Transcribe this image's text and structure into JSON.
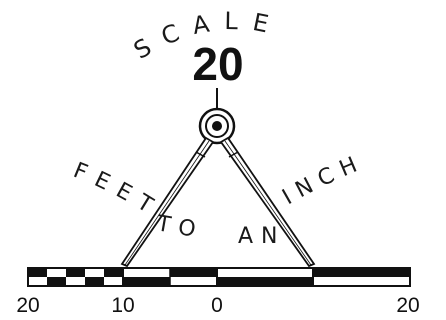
{
  "arc_top": "SCALE",
  "scale_value": "20",
  "arc_left": "FEET",
  "phrase_to": "TO",
  "phrase_an": "AN",
  "arc_right": "INCH",
  "scale_bar": {
    "tick_labels": [
      "20",
      "10",
      "0",
      "20"
    ]
  }
}
